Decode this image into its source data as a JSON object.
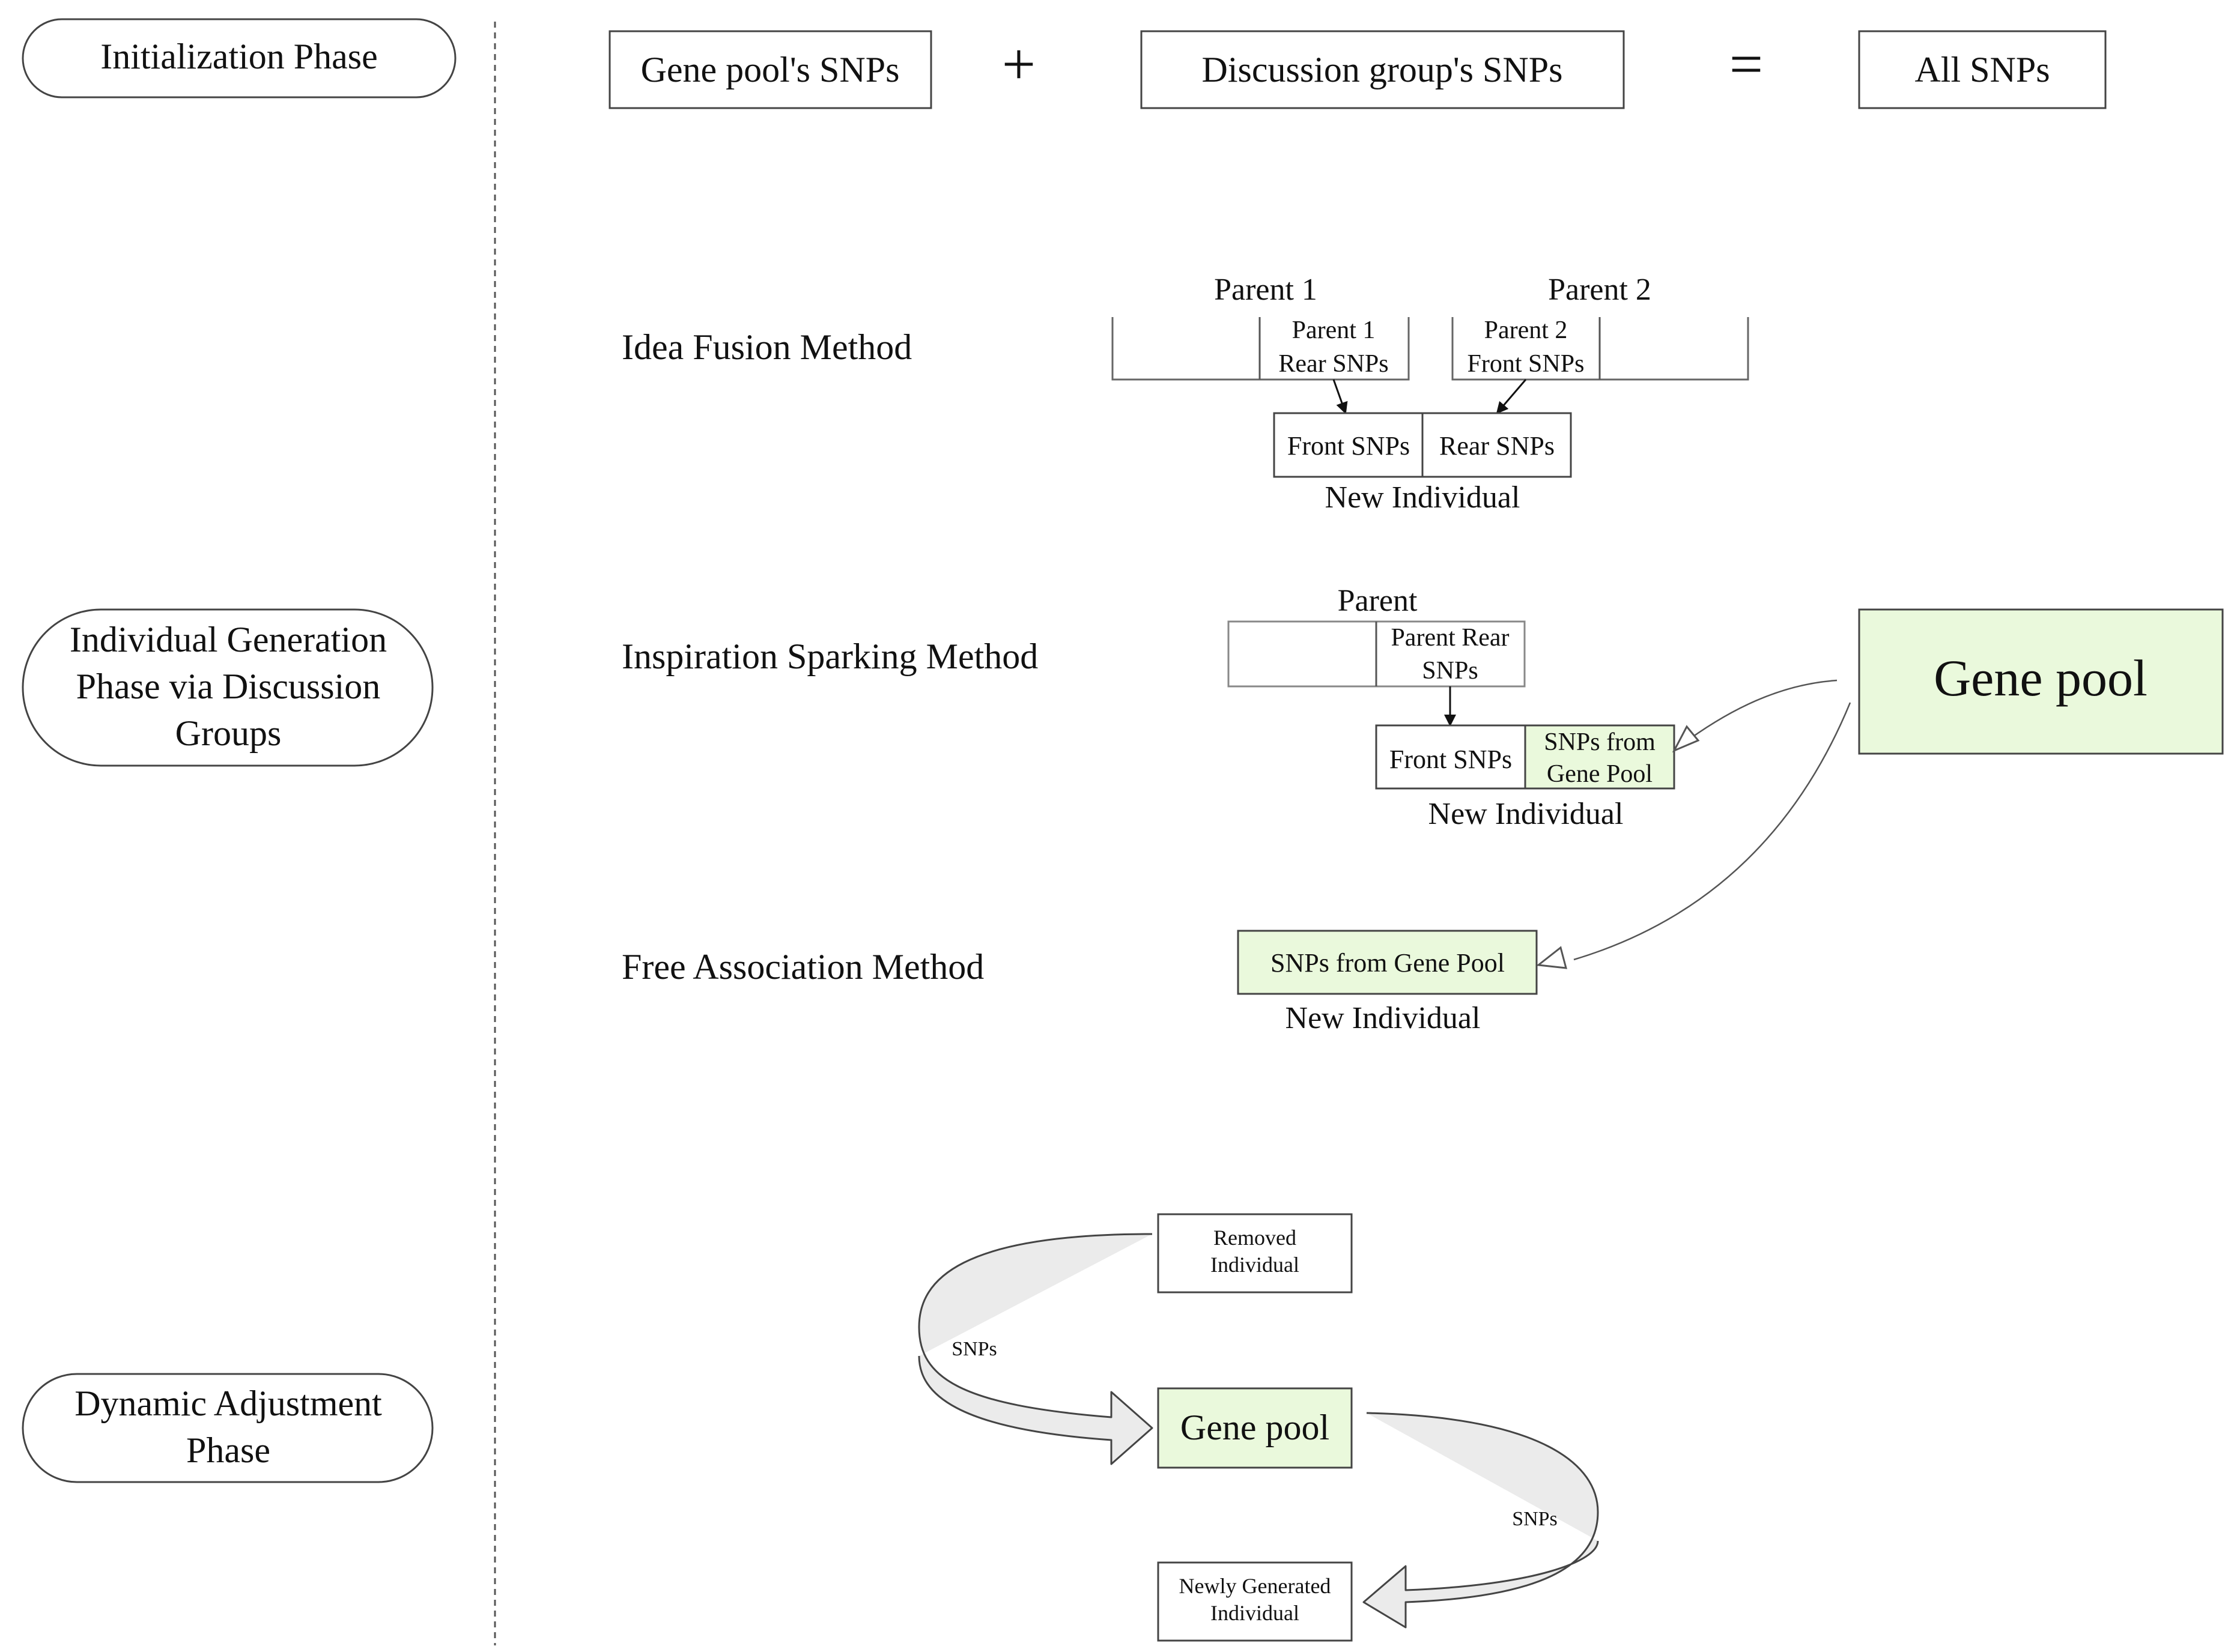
{
  "colors": {
    "gene_pool_fill": "#eaf9dc",
    "line": "#444444",
    "arrow_band_fill": "#ebebeb",
    "background": "#ffffff"
  },
  "phases": {
    "initialization": "Initialization Phase",
    "individual_generation": [
      "Individual Generation",
      "Phase via Discussion",
      "Groups"
    ],
    "dynamic_adjustment": [
      "Dynamic Adjustment",
      "Phase"
    ]
  },
  "initialization_equation": {
    "gene_pool_snps": "Gene pool's SNPs",
    "plus": "+",
    "discussion_group_snps": "Discussion group's SNPs",
    "equals": "=",
    "all_snps": "All SNPs"
  },
  "idea_fusion": {
    "method": "Idea Fusion Method",
    "parent1": "Parent 1",
    "parent2": "Parent 2",
    "parent1_rear": [
      "Parent 1",
      "Rear SNPs"
    ],
    "parent2_front": [
      "Parent 2",
      "Front SNPs"
    ],
    "front_snps": "Front SNPs",
    "rear_snps": "Rear SNPs",
    "new_individual": "New Individual"
  },
  "inspiration_sparking": {
    "method": "Inspiration Sparking Method",
    "parent": "Parent",
    "parent_rear": [
      "Parent Rear",
      "SNPs"
    ],
    "front_snps": "Front SNPs",
    "snps_from_pool": [
      "SNPs from",
      "Gene Pool"
    ],
    "new_individual": "New Individual"
  },
  "gene_pool_main": "Gene pool",
  "free_association": {
    "method": "Free Association Method",
    "snps_from_pool": "SNPs from Gene Pool",
    "new_individual": "New Individual"
  },
  "dynamic_adjustment": {
    "removed": [
      "Removed",
      "Individual"
    ],
    "gene_pool": "Gene pool",
    "snps_in": "SNPs",
    "snps_out": "SNPs",
    "new": [
      "Newly Generated",
      "Individual"
    ]
  }
}
